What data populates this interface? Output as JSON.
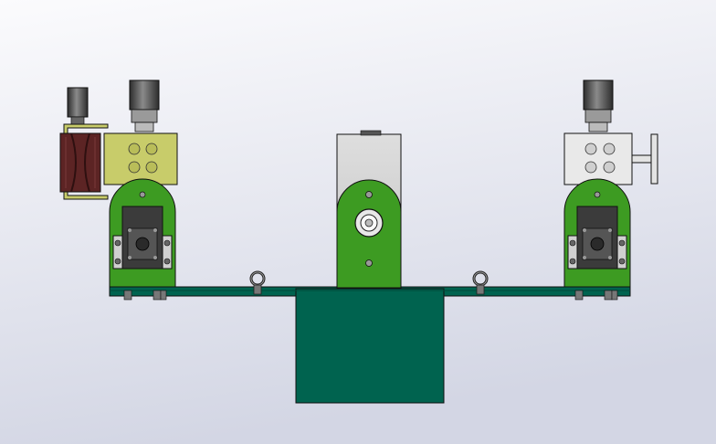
{
  "colors": {
    "bg_top": "#fbfbfd",
    "bg_bottom": "#d3d6e4",
    "teal_base": "#00634f",
    "teal_dark": "#004a3a",
    "green_bracket": "#3d9b22",
    "green_dark": "#2a6e15",
    "olive_block": "#c8cc6a",
    "grey_block": "#d8d8d8",
    "silver_block": "#e9e9e9",
    "motor_dark": "#3b3b3b",
    "motor_mid": "#7d7d7d",
    "wheel_red": "#5c2424",
    "wheel_dark": "#2e1010",
    "bolt": "#555555",
    "outline": "#111111"
  },
  "assembly": {
    "components": [
      "left-roller-module",
      "center-bearing-block",
      "right-roller-module",
      "base-plate",
      "lifting-eye-bolts"
    ]
  }
}
